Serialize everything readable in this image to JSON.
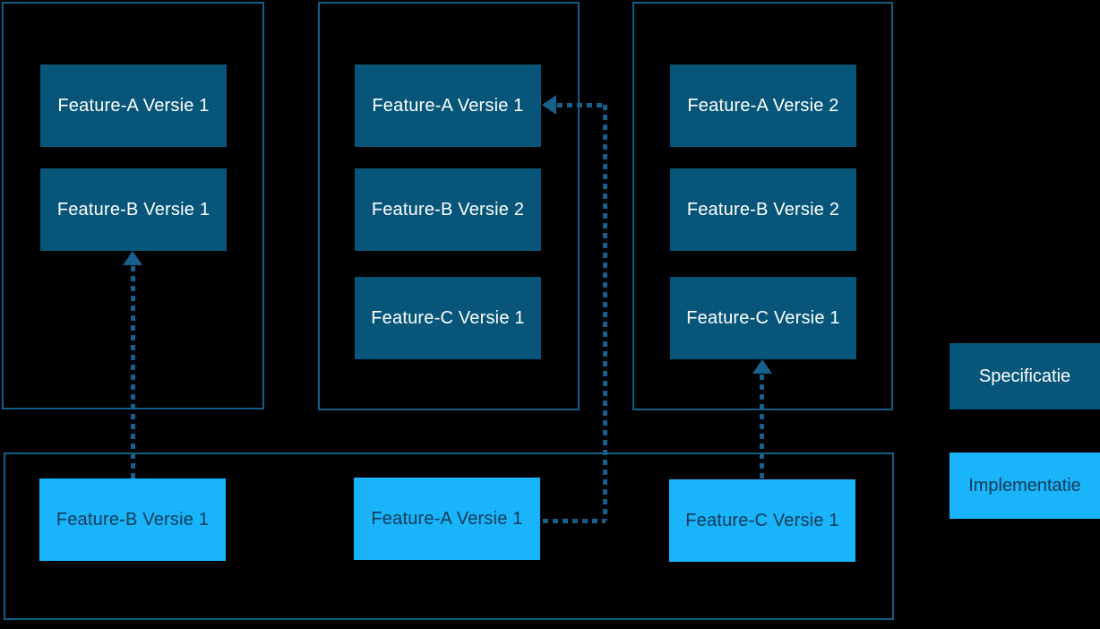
{
  "colors": {
    "background": "#000000",
    "container_border": "#115e86",
    "specification_fill": "#07567a",
    "specification_text": "#ffffff",
    "implementation_fill": "#1ab4fb",
    "implementation_text": "#0e3a56",
    "arrow": "#17608c"
  },
  "groups": [
    {
      "name": "specification-group-1",
      "boxes": [
        {
          "label": "Feature-A Versie 1"
        },
        {
          "label": "Feature-B Versie 1"
        }
      ]
    },
    {
      "name": "specification-group-2",
      "boxes": [
        {
          "label": "Feature-A Versie 1"
        },
        {
          "label": "Feature-B Versie 2"
        },
        {
          "label": "Feature-C Versie 1"
        }
      ]
    },
    {
      "name": "specification-group-3",
      "boxes": [
        {
          "label": "Feature-A Versie 2"
        },
        {
          "label": "Feature-B Versie 2"
        },
        {
          "label": "Feature-C Versie 1"
        }
      ]
    },
    {
      "name": "implementation-group",
      "boxes": [
        {
          "label": "Feature-B Versie 1"
        },
        {
          "label": "Feature-A Versie 1"
        },
        {
          "label": "Feature-C Versie 1"
        }
      ]
    }
  ],
  "arrows": [
    {
      "style": "dotted",
      "from": "implementation Feature-B Versie 1",
      "to": "specification-group-1 Feature-B Versie 1"
    },
    {
      "style": "dotted",
      "from": "implementation Feature-A Versie 1",
      "to": "specification-group-2 Feature-A Versie 1"
    },
    {
      "style": "dotted",
      "from": "implementation Feature-C Versie 1",
      "to": "specification-group-3 Feature-C Versie 1"
    }
  ],
  "legend": {
    "specification": {
      "label": "Specificatie"
    },
    "implementation": {
      "label": "Implementatie"
    }
  }
}
